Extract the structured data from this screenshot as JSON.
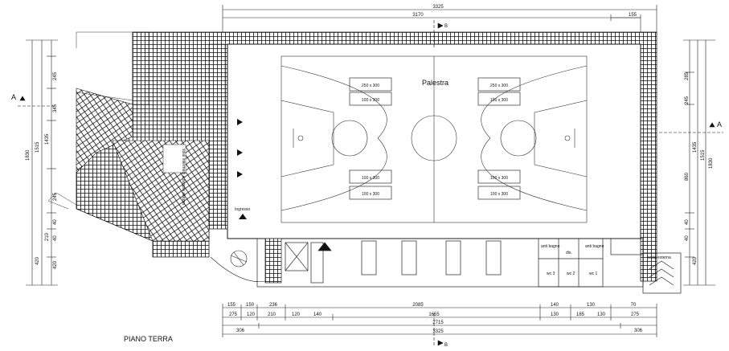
{
  "plan_title": "PIANO TERRA",
  "rooms": {
    "gym": "Palestra",
    "entrance": "Ingresso",
    "external_stair": "scala esterna"
  },
  "section_marks": {
    "a": "A",
    "b": "B"
  },
  "court_labels": [
    "250 x 300",
    "100 x 300",
    "100 x 300",
    "100 x 300",
    "250 x 300",
    "100 x 300",
    "100 x 300",
    "100 x 300"
  ],
  "wc_labels": [
    "anti bagno",
    "dis.",
    "anti bagno",
    "wc 1",
    "wc 2",
    "wc 3"
  ],
  "top_dims": [
    "3325",
    "3170",
    "155"
  ],
  "bottom_dims": {
    "row1": [
      "155",
      "150",
      "236",
      "2085",
      "140",
      "130",
      "70"
    ],
    "row2": [
      "275",
      "120",
      "210",
      "120",
      "140",
      "1655",
      "130",
      "185",
      "130",
      "275"
    ],
    "row3": [
      "2715",
      "306",
      "306"
    ],
    "row4": [
      "3325"
    ]
  },
  "left_dims": [
    "1830",
    "1515",
    "1435",
    "245",
    "345",
    "245",
    "40",
    "420",
    "40",
    "210",
    "420"
  ],
  "right_dims": [
    "1830",
    "1515",
    "1435",
    "285",
    "245",
    "860",
    "40",
    "420",
    "40"
  ],
  "sketch_text": "solai intermedi a doppia altezza"
}
